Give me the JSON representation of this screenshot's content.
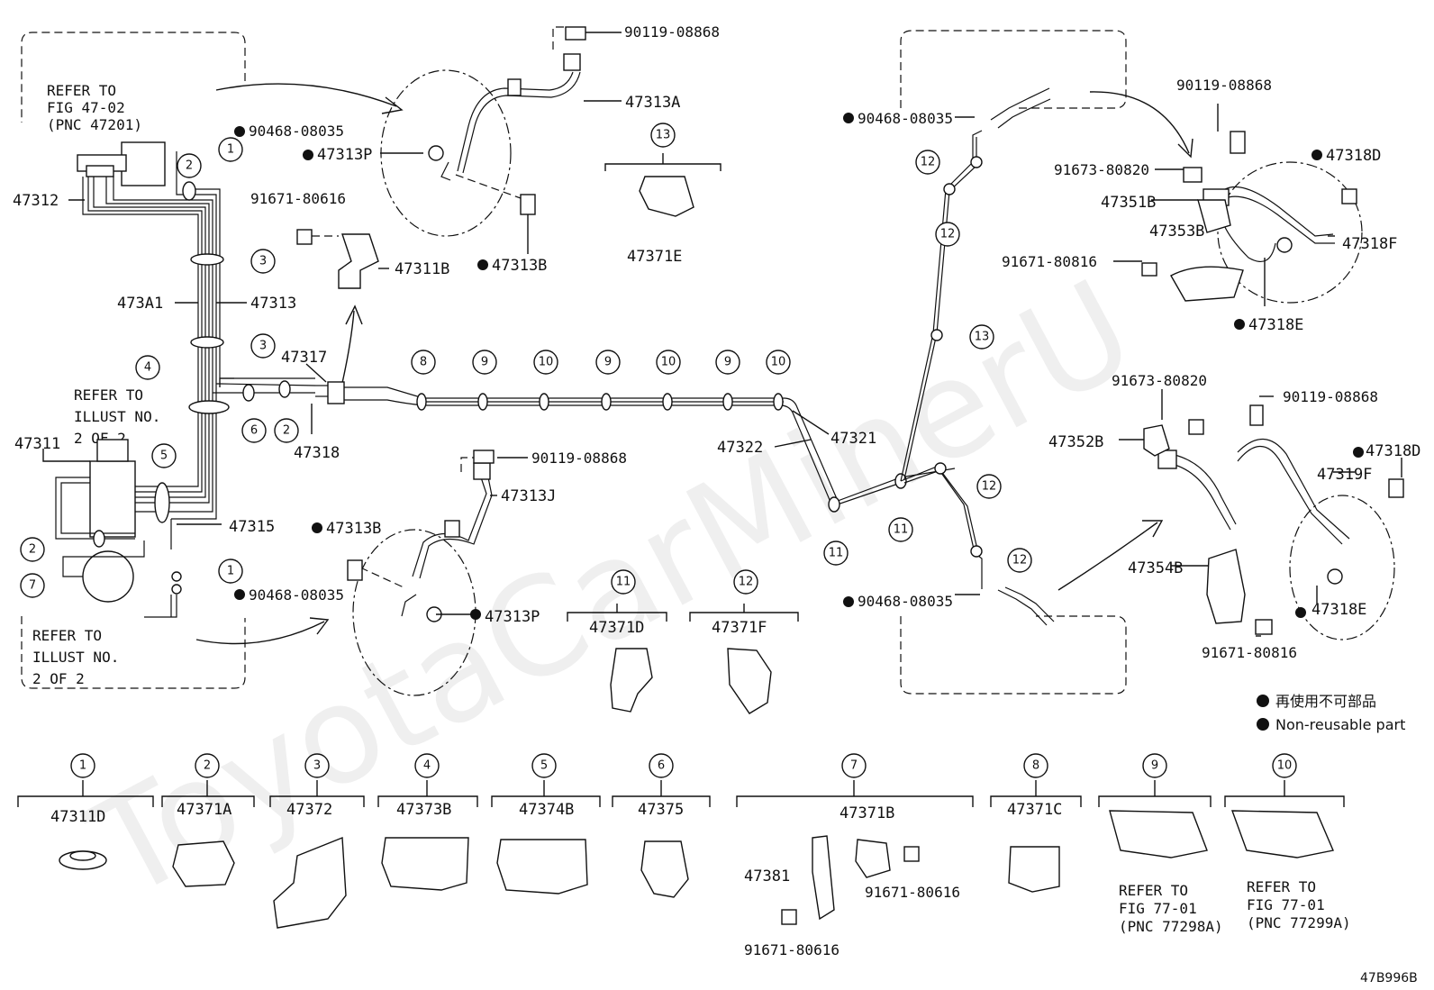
{
  "watermark": "ToyotaCarMinerU",
  "refs": {
    "ref_fig_47_02": [
      "REFER TO",
      "FIG 47-02",
      "(PNC 47201)"
    ],
    "ref_illust_mid": [
      "REFER TO",
      "ILLUST NO.",
      "2 OF 2"
    ],
    "ref_illust_bottom": [
      "REFER TO",
      "ILLUST NO.",
      "2 OF 2"
    ],
    "ref_fig_77_01_a": [
      "REFER TO",
      "FIG 77-01",
      "(PNC 77298A)"
    ],
    "ref_fig_77_01_b": [
      "REFER TO",
      "FIG 77-01",
      "(PNC 77299A)"
    ]
  },
  "parts": {
    "p_90119_08868_a": "90119-08868",
    "p_47313A": "47313A",
    "p_90468_08035_a": "90468-08035",
    "p_47313P_a": "47313P",
    "p_47313B_a": "47313B",
    "p_47371E": "47371E",
    "p_47312": "47312",
    "p_91671_80616_a": "91671-80616",
    "p_47311B": "47311B",
    "p_473A1": "473A1",
    "p_47313": "47313",
    "p_47317": "47317",
    "p_47318": "47318",
    "p_47311": "47311",
    "p_47315": "47315",
    "p_90119_08868_b": "90119-08868",
    "p_47313J": "47313J",
    "p_47313B_b": "47313B",
    "p_90468_08035_b": "90468-08035",
    "p_47313P_b": "47313P",
    "p_47322": "47322",
    "p_47321": "47321",
    "p_47371D": "47371D",
    "p_47371F": "47371F",
    "p_90468_08035_c": "90468-08035",
    "p_90468_08035_d": "90468-08035",
    "p_90119_08868_c": "90119-08868",
    "p_91673_80820_a": "91673-80820",
    "p_47318D_a": "47318D",
    "p_47351B": "47351B",
    "p_47353B": "47353B",
    "p_47318F": "47318F",
    "p_91671_80816_a": "91671-80816",
    "p_47318E_a": "47318E",
    "p_91673_80820_b": "91673-80820",
    "p_90119_08868_d": "90119-08868",
    "p_47352B": "47352B",
    "p_47318D_b": "47318D",
    "p_47319F": "47319F",
    "p_47354B": "47354B",
    "p_47318E_b": "47318E",
    "p_91671_80816_b": "91671-80816",
    "p_47311D": "47311D",
    "p_47371A": "47371A",
    "p_47372": "47372",
    "p_47373B": "47373B",
    "p_47374B": "47374B",
    "p_47375": "47375",
    "p_47371B": "47371B",
    "p_47381": "47381",
    "p_91671_80616_b": "91671-80616",
    "p_91671_80616_c": "91671-80616",
    "p_47371C": "47371C"
  },
  "legend": {
    "jp": "再使用不可部品",
    "en": "Non-reusable part"
  },
  "diagram_code": "47B996B",
  "callouts": {
    "c1": "1",
    "c2": "2",
    "c3": "3",
    "c4": "4",
    "c5": "5",
    "c6": "6",
    "c7": "7",
    "c8": "8",
    "c9": "9",
    "c10": "10",
    "c11": "11",
    "c12": "12",
    "c13": "13"
  }
}
